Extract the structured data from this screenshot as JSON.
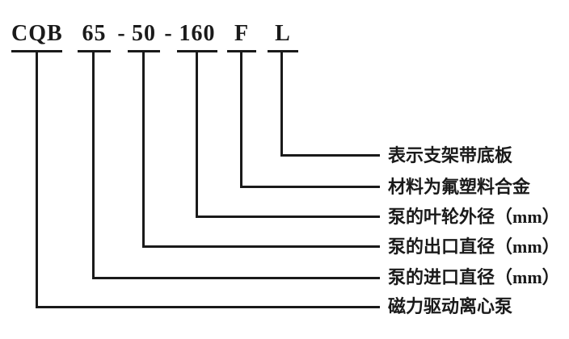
{
  "diagram": {
    "code": {
      "segments": [
        {
          "text": "CQB",
          "meaning": "磁力驱动离心泵"
        },
        {
          "text": "65",
          "meaning": "泵的进口直径（mm）"
        },
        {
          "text": "50",
          "meaning": "泵的出口直径（mm）"
        },
        {
          "text": "160",
          "meaning": "泵的叶轮外径（mm）"
        },
        {
          "text": "F",
          "meaning": "材料为氟塑料合金"
        },
        {
          "text": "L",
          "meaning": "表示支架带底板"
        }
      ],
      "separator": "-"
    },
    "colors": {
      "ink": "#1a1a1a",
      "background": "#ffffff"
    }
  }
}
